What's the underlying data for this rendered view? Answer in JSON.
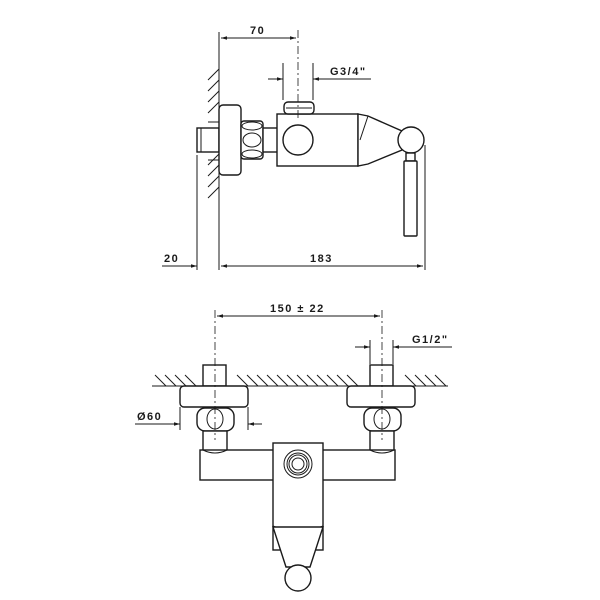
{
  "drawing": {
    "title": "Wall-mounted single lever mixer - technical drawing",
    "side_view": {
      "dimensions": {
        "spout_offset": "70",
        "outlet_thread": "G3/4\"",
        "wall_projection": "20",
        "total_depth": "183"
      }
    },
    "front_view": {
      "dimensions": {
        "inlet_spacing": "150 ± 22",
        "inlet_thread": "G1/2\"",
        "flange_diameter": "Ø60"
      }
    },
    "colors": {
      "line": "#1a1a1a",
      "background": "#ffffff"
    }
  }
}
